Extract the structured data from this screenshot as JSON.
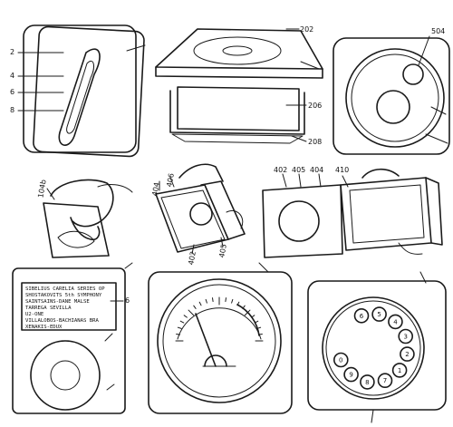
{
  "figures": {
    "fig1": {
      "refs": [
        "2",
        "4",
        "6",
        "8"
      ]
    },
    "fig2": {
      "refs": [
        "202",
        "206",
        "208"
      ]
    },
    "fig3": {
      "refs": [
        "504"
      ]
    },
    "fig4": {
      "refs": [
        "104b"
      ]
    },
    "fig5": {
      "refs": [
        "404",
        "406",
        "402",
        "405"
      ]
    },
    "fig6": {
      "refs": [
        "402",
        "405",
        "404",
        "410"
      ]
    },
    "fig7": {
      "ref": "6",
      "track_list": [
        "SIBELIUS CARELIA SERIES OP",
        "SHOSTAKOVITS 5th SYMPHONY",
        "SAINTSAINS-DANE MALSE",
        "TARREGA SEVILLA",
        "U2-ONE",
        "VILLALOBOS-BACHIANAS BRA",
        "XENAKIS-EDUX"
      ]
    },
    "fig8": {},
    "fig9": {
      "digits": [
        "6",
        "5",
        "4",
        "3",
        "2",
        "1",
        "7",
        "8",
        "9",
        "0"
      ]
    }
  }
}
